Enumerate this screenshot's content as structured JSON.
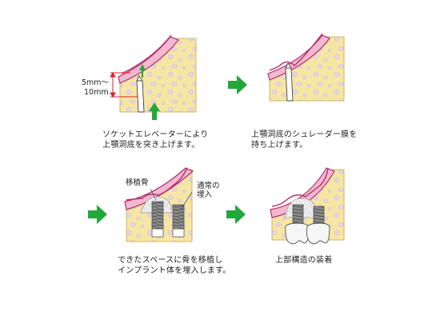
{
  "steps": [
    {
      "caption": [
        "ソケットエレベーターにより",
        "上顎洞底を突き上げます。"
      ]
    },
    {
      "caption": [
        "上顎洞底のシュレーダー膜を",
        "持ち上げます。"
      ]
    },
    {
      "caption": [
        "できたスペースに骨を移植し",
        "インプラント体を埋入します。"
      ]
    },
    {
      "caption": [
        "上部構造の装着"
      ]
    }
  ],
  "labels": {
    "measure_top": "5mm～",
    "measure_bottom": "10mm",
    "graft": "移植骨",
    "normal_line1": "通常の",
    "normal_line2": "埋入"
  },
  "colors": {
    "bone": "#f6e6a4",
    "bone_spots": "#e7d6e4",
    "gum": "#f1b8cf",
    "membrane": "#b0306f",
    "arrow_green": "#22a73d",
    "measure_red": "#d9232a",
    "implant": "#7f7f7f",
    "crown": "#f6f6f6"
  },
  "icons": [
    "right-arrow-icon",
    "up-arrow-icon",
    "socket-elevator-icon",
    "implant-icon",
    "crown-icon"
  ]
}
